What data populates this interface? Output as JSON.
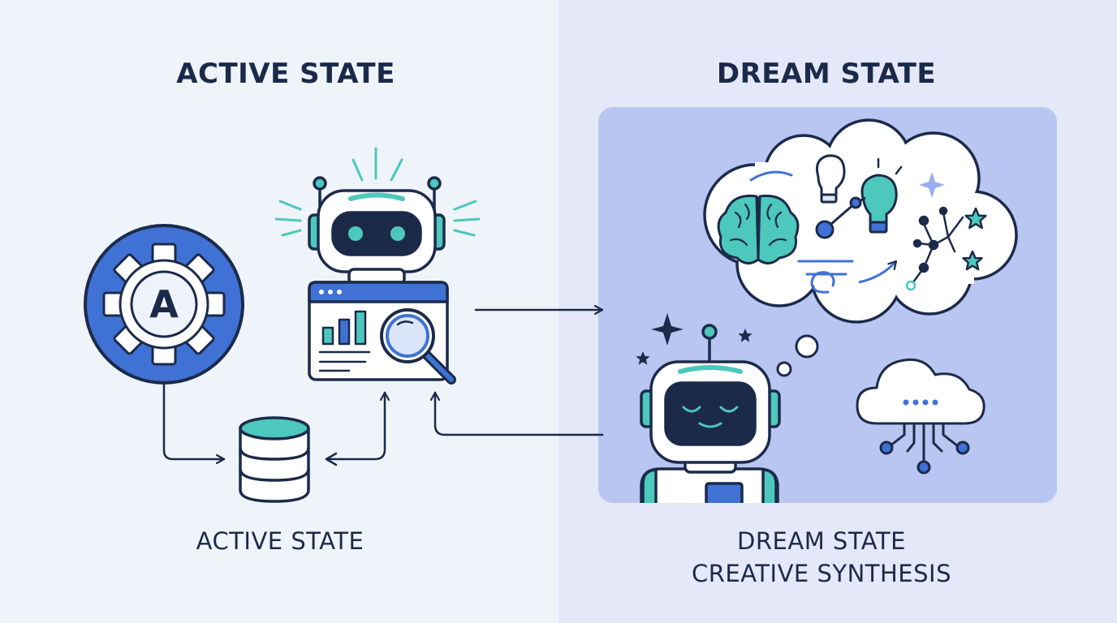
{
  "left_panel": {
    "title": "ACTIVE STATE",
    "caption": "ACTIVE STATE",
    "gear_letter": "A"
  },
  "right_panel": {
    "title": "DREAM STATE",
    "caption_line1": "DREAM STATE",
    "caption_line2": "CREATIVE SYNTHESIS"
  },
  "colors": {
    "left_background": "#eef4f9",
    "right_background": "#e4e8f8",
    "dream_box": "#b9c6f1",
    "accent_blue": "#3f72d4",
    "accent_teal": "#4cc8bc",
    "ink": "#1c2a4a"
  },
  "icons": [
    "gear-icon",
    "robot-icon",
    "dashboard-icon",
    "magnifier-icon",
    "database-icon",
    "thought-cloud-icon",
    "brain-icon",
    "lightbulb-icon",
    "network-icon",
    "star-icon",
    "sleeping-robot-icon",
    "cloud-network-icon"
  ]
}
